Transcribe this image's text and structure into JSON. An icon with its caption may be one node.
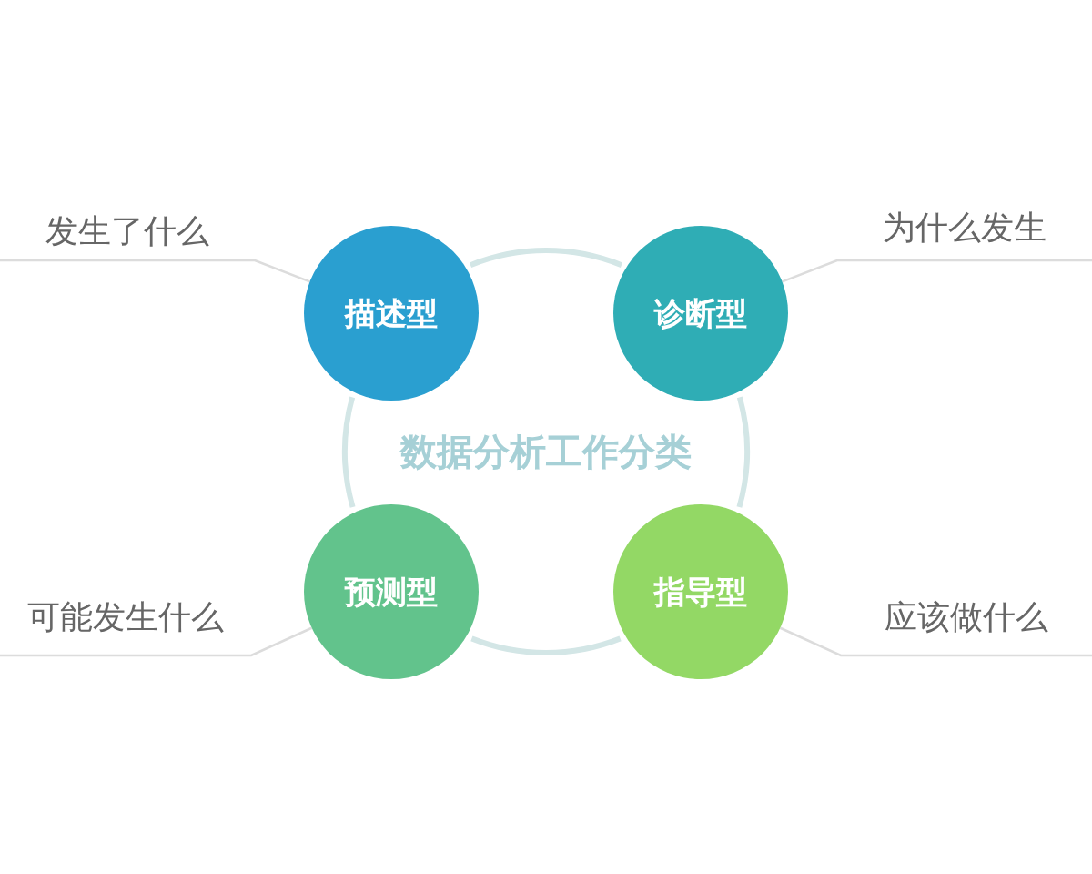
{
  "diagram": {
    "nodes": [
      {
        "text": [
          "数据分析工作分类"
        ]
      },
      {
        "text": [
          "描述型"
        ]
      },
      {
        "text": [
          "诊断型"
        ]
      },
      {
        "text": [
          "预测型"
        ]
      },
      {
        "text": [
          "指导型"
        ]
      },
      {
        "text": [
          "发生了什么"
        ]
      },
      {
        "text": [
          "为什么发生"
        ]
      },
      {
        "text": [
          "可能发生什么"
        ]
      },
      {
        "text": [
          "应该做什么"
        ]
      }
    ],
    "edges": [
      {
        "from": 5,
        "to": 1,
        "arrow": "none"
      },
      {
        "from": 6,
        "to": 2,
        "arrow": "none"
      },
      {
        "from": 7,
        "to": 3,
        "arrow": "none"
      },
      {
        "from": 8,
        "to": 4,
        "arrow": "none"
      }
    ]
  }
}
